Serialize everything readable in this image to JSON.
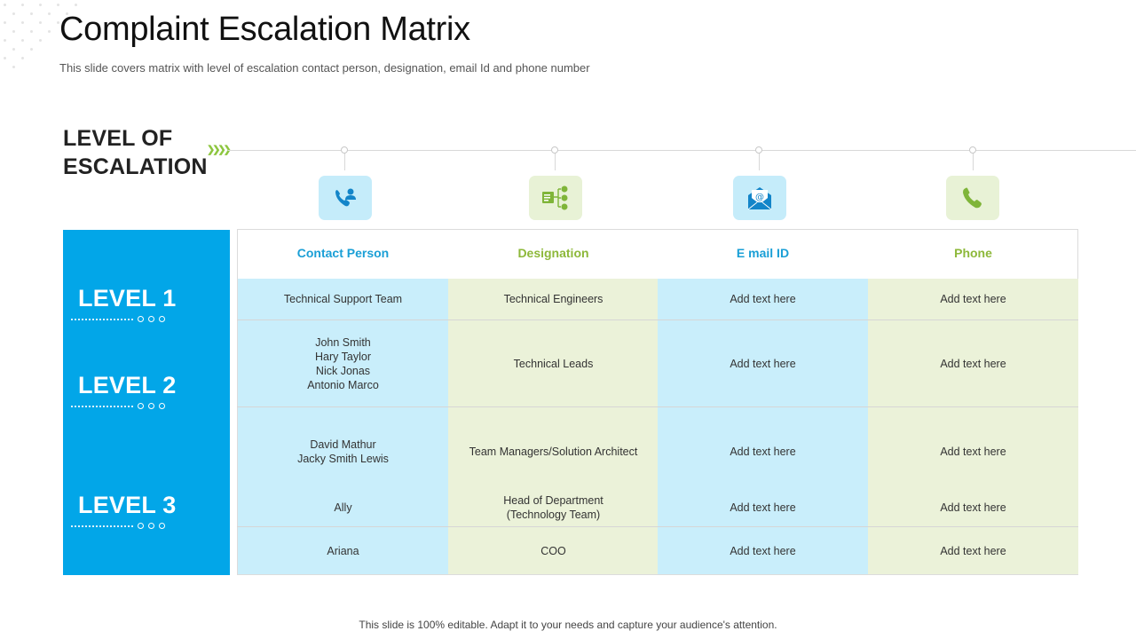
{
  "title": "Complaint Escalation Matrix",
  "subtitle": "This slide covers matrix with level of escalation contact person, designation, email Id and phone number",
  "level_heading": [
    "LEVEL OF",
    "ESCALATION"
  ],
  "colors": {
    "accent_blue": "#02a6e8",
    "accent_green": "#8dc63f",
    "cell_blue": "#c9eefb",
    "cell_green": "#ebf2d9"
  },
  "columns": [
    {
      "label": "Contact Person",
      "icon": "contact-person-icon"
    },
    {
      "label": "Designation",
      "icon": "org-chart-icon"
    },
    {
      "label": "E mail ID",
      "icon": "email-envelope-icon"
    },
    {
      "label": "Phone",
      "icon": "phone-icon"
    }
  ],
  "levels": [
    "LEVEL 1",
    "LEVEL 2",
    "LEVEL 3"
  ],
  "rows": [
    {
      "contact": "Technical Support Team",
      "designation": "Technical Engineers",
      "email": "Add text here",
      "phone": "Add text here"
    },
    {
      "contact": "John Smith\nHary Taylor\nNick Jonas\nAntonio Marco",
      "designation": "Technical Leads",
      "email": "Add text here",
      "phone": "Add text here"
    },
    {
      "contact": "David Mathur\nJacky Smith Lewis",
      "designation": "Team Managers/Solution Architect",
      "email": "Add text here",
      "phone": "Add text here"
    },
    {
      "contact": "Ally",
      "designation": "Head of Department\n(Technology Team)",
      "email": "Add text here",
      "phone": "Add text here"
    },
    {
      "contact": "Ariana",
      "designation": "COO",
      "email": "Add text here",
      "phone": "Add text here"
    }
  ],
  "footer": "This slide is 100% editable. Adapt it to your needs and capture your audience's attention."
}
